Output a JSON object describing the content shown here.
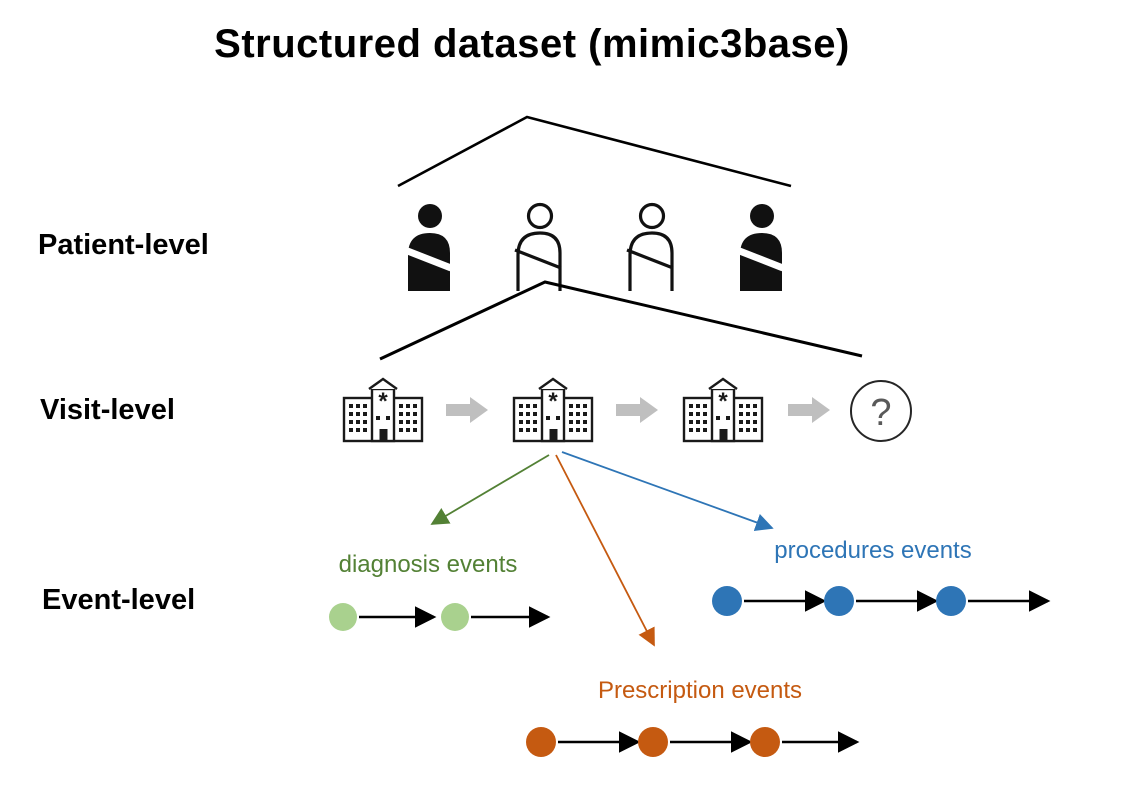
{
  "title": "Structured dataset (mimic3base)",
  "levels": [
    {
      "id": "patient",
      "label": "Patient-level"
    },
    {
      "id": "visit",
      "label": "Visit-level"
    },
    {
      "id": "event",
      "label": "Event-level"
    }
  ],
  "patient_row": {
    "icons": [
      "person-filled",
      "person-outline",
      "person-outline",
      "person-filled"
    ]
  },
  "visit_row": {
    "hospital_count": 3,
    "hospital_mark": "*",
    "unknown_visit_symbol": "?"
  },
  "event_streams": {
    "diagnosis": {
      "label": "diagnosis events",
      "label_color": "#538135",
      "dot_color": "#a9d18e",
      "dot_count": 2,
      "arrow_color": "#538135"
    },
    "procedures": {
      "label": "procedures events",
      "label_color": "#2e75b6",
      "dot_color": "#2e75b6",
      "dot_count": 3,
      "arrow_color": "#2e75b6"
    },
    "prescription": {
      "label": "Prescription events",
      "label_color": "#c55a11",
      "dot_color": "#c55a11",
      "dot_count": 3,
      "arrow_color": "#c55a11"
    }
  },
  "colors": {
    "background": "#ffffff",
    "line": "#000000",
    "gray_arrow": "#bfbfbf",
    "question_mark": "#595959"
  }
}
